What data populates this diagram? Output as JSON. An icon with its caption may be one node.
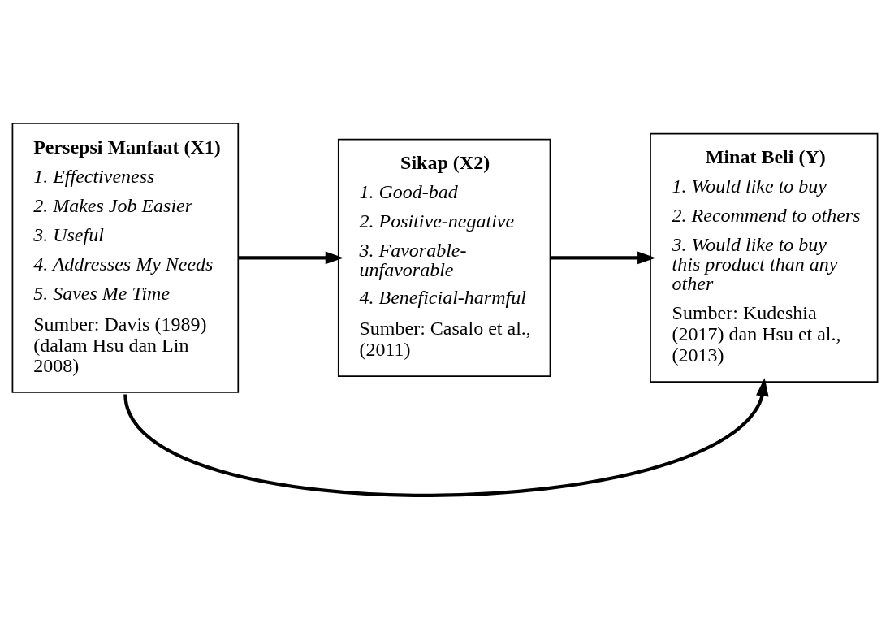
{
  "diagram": {
    "nodes": [
      {
        "text": [
          "Persepsi Manfaat (X1)",
          "1. Effectiveness",
          "2. Makes Job Easier",
          "3. Useful",
          "4. Addresses My Needs",
          "5. Saves Me Time",
          "Sumber: Davis (1989) (dalam Hsu dan Lin 2008)"
        ]
      },
      {
        "text": [
          "Sikap (X2)",
          "1. Good-bad",
          "2. Positive-negative",
          "3. Favorable-unfavorable",
          "4. Beneficial-harmful",
          "Sumber: Casalo et al., (2011)"
        ]
      },
      {
        "text": [
          "Minat Beli (Y)",
          "1. Would like to buy",
          "2. Recommend to others",
          "3. Would like to buy this product than any other",
          "Sumber: Kudeshia (2017) dan Hsu et al., (2013)"
        ]
      }
    ],
    "edges": [
      {
        "from": 0,
        "to": 1,
        "arrow": "to"
      },
      {
        "from": 1,
        "to": 2,
        "arrow": "to"
      },
      {
        "from": 0,
        "to": 2,
        "arrow": "to"
      }
    ]
  }
}
